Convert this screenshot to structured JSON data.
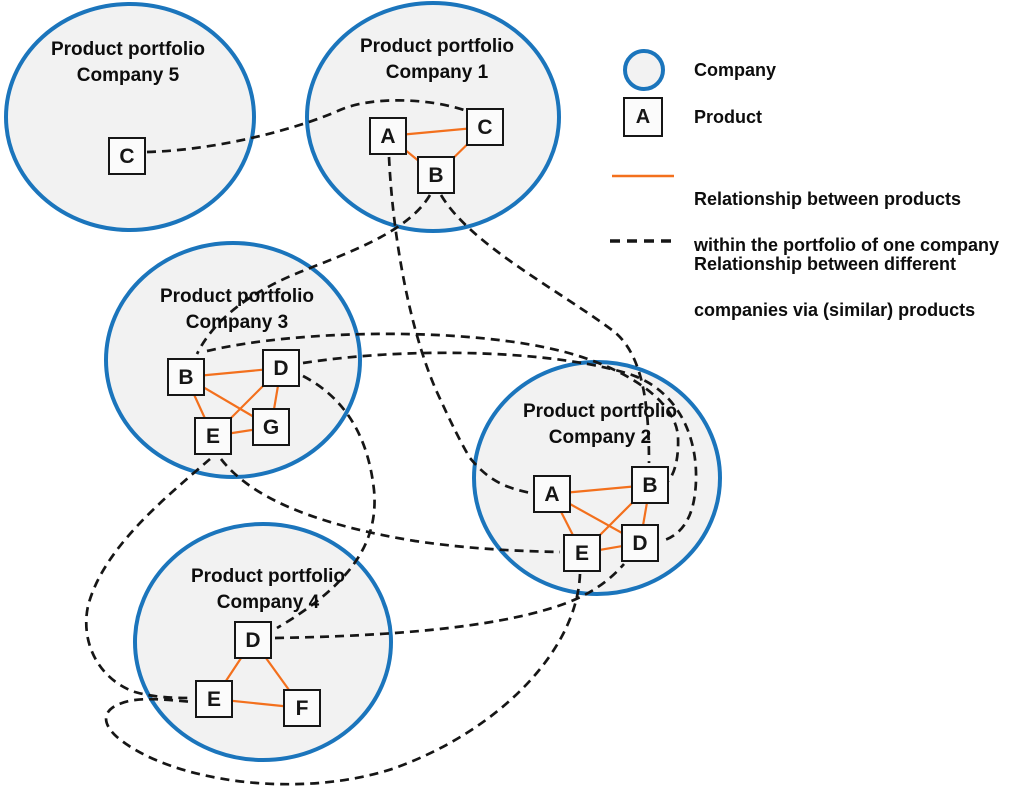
{
  "legend": {
    "company_label": "Company",
    "product_label": "Product",
    "product_symbol": "A",
    "intra_line1": "Relationship between products",
    "intra_line2": "within the portfolio of one company",
    "inter_line1": "Relationship between different",
    "inter_line2": "companies via  (similar) products"
  },
  "companies": [
    {
      "title_line1": "Product portfolio",
      "title_line2": "Company 5",
      "products": [
        "C"
      ]
    },
    {
      "title_line1": "Product portfolio",
      "title_line2": "Company 1",
      "products": [
        "A",
        "C",
        "B"
      ]
    },
    {
      "title_line1": "Product portfolio",
      "title_line2": "Company 3",
      "products": [
        "B",
        "D",
        "E",
        "G"
      ]
    },
    {
      "title_line1": "Product portfolio",
      "title_line2": "Company 2",
      "products": [
        "A",
        "B",
        "E",
        "D"
      ]
    },
    {
      "title_line1": "Product portfolio",
      "title_line2": "Company 4",
      "products": [
        "D",
        "E",
        "F"
      ]
    }
  ],
  "intra_links": [
    {
      "company": "Company 1",
      "from": "A",
      "to": "C"
    },
    {
      "company": "Company 1",
      "from": "A",
      "to": "B"
    },
    {
      "company": "Company 1",
      "from": "B",
      "to": "C"
    },
    {
      "company": "Company 3",
      "from": "B",
      "to": "D"
    },
    {
      "company": "Company 3",
      "from": "B",
      "to": "E"
    },
    {
      "company": "Company 3",
      "from": "B",
      "to": "G"
    },
    {
      "company": "Company 3",
      "from": "D",
      "to": "E"
    },
    {
      "company": "Company 3",
      "from": "D",
      "to": "G"
    },
    {
      "company": "Company 3",
      "from": "E",
      "to": "G"
    },
    {
      "company": "Company 2",
      "from": "A",
      "to": "B"
    },
    {
      "company": "Company 2",
      "from": "A",
      "to": "E"
    },
    {
      "company": "Company 2",
      "from": "A",
      "to": "D"
    },
    {
      "company": "Company 2",
      "from": "B",
      "to": "E"
    },
    {
      "company": "Company 2",
      "from": "B",
      "to": "D"
    },
    {
      "company": "Company 2",
      "from": "E",
      "to": "D"
    },
    {
      "company": "Company 4",
      "from": "D",
      "to": "E"
    },
    {
      "company": "Company 4",
      "from": "D",
      "to": "F"
    },
    {
      "company": "Company 4",
      "from": "E",
      "to": "F"
    }
  ],
  "inter_links": [
    {
      "product": "C",
      "from": "Company 5",
      "to": "Company 1"
    },
    {
      "product": "A",
      "from": "Company 1",
      "to": "Company 2"
    },
    {
      "product": "B",
      "from": "Company 1",
      "to": "Company 3"
    },
    {
      "product": "B",
      "from": "Company 1",
      "to": "Company 2"
    },
    {
      "product": "B",
      "from": "Company 3",
      "to": "Company 2"
    },
    {
      "product": "D",
      "from": "Company 3",
      "to": "Company 4"
    },
    {
      "product": "D",
      "from": "Company 3",
      "to": "Company 2"
    },
    {
      "product": "D",
      "from": "Company 4",
      "to": "Company 2"
    },
    {
      "product": "E",
      "from": "Company 3",
      "to": "Company 4"
    },
    {
      "product": "E",
      "from": "Company 3",
      "to": "Company 2"
    },
    {
      "product": "E",
      "from": "Company 2",
      "to": "Company 4"
    }
  ],
  "colors": {
    "company_border": "#1b75bc",
    "company_fill": "#f2f2f2",
    "intra_link": "#f3701d",
    "inter_link": "#161616",
    "product_box_border": "#161616"
  }
}
